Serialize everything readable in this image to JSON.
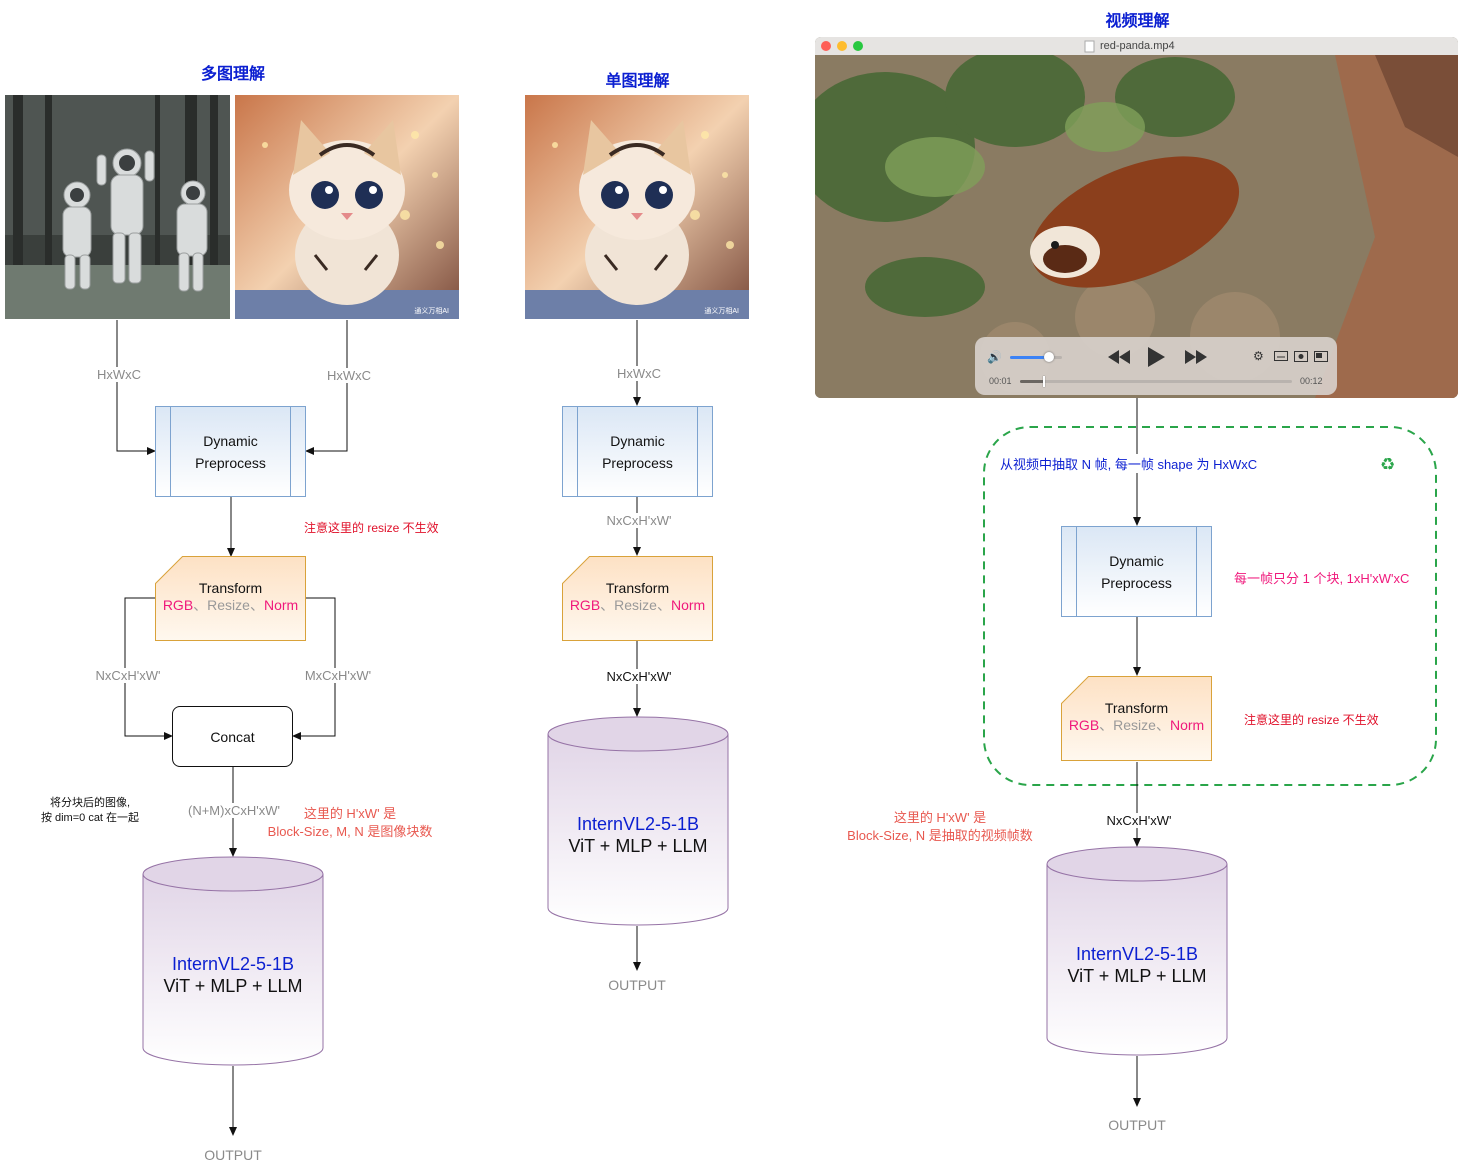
{
  "multi": {
    "title": "多图理解",
    "label_left": "HxWxC",
    "label_right": "HxWxC",
    "dynamic": [
      "Dynamic",
      "Preprocess"
    ],
    "note_resize": "注意这里的 resize 不生效",
    "transform_title": "Transform",
    "transform_items": [
      "RGB",
      "、",
      "Resize",
      "、",
      "Norm"
    ],
    "label_n": "NxCxH'xW'",
    "label_m": "MxCxH'xW'",
    "concat": "Concat",
    "label_concat": "(N+M)xCxH'xW'",
    "note_cat": [
      "将分块后的图像,",
      "按 dim=0 cat 在一起"
    ],
    "note_block": [
      "这里的 H'xW' 是",
      "Block-Size, M, N 是图像块数"
    ],
    "model_name": "InternVL2-5-1B",
    "model_arch": "ViT + MLP + LLM",
    "output": "OUTPUT",
    "watermark": "通义万相AI"
  },
  "single": {
    "title": "单图理解",
    "label_in": "HxWxC",
    "dynamic": [
      "Dynamic",
      "Preprocess"
    ],
    "label_mid": "NxCxH'xW'",
    "transform_title": "Transform",
    "transform_items": [
      "RGB",
      "、",
      "Resize",
      "、",
      "Norm"
    ],
    "label_out": "NxCxH'xW'",
    "model_name": "InternVL2-5-1B",
    "model_arch": "ViT + MLP + LLM",
    "output": "OUTPUT",
    "watermark": "通义万相AI"
  },
  "video": {
    "title": "视频理解",
    "player": {
      "filename": "red-panda.mp4",
      "time_current": "00:01",
      "time_total": "00:12",
      "volume": 0.75,
      "progress": 0.09
    },
    "extract": "从视频中抽取 N 帧, 每一帧 shape 为 HxWxC",
    "dynamic": [
      "Dynamic",
      "Preprocess"
    ],
    "note_block": "每一帧只分 1 个块, 1xH'xW'xC",
    "transform_title": "Transform",
    "transform_items": [
      "RGB",
      "、",
      "Resize",
      "、",
      "Norm"
    ],
    "note_resize": "注意这里的 resize 不生效",
    "note_hw": [
      "这里的 H'xW' 是",
      "Block-Size, N 是抽取的视频帧数"
    ],
    "label_out": "NxCxH'xW'",
    "model_name": "InternVL2-5-1B",
    "model_arch": "ViT + MLP + LLM",
    "output": "OUTPUT",
    "loop_icon": "recycle-icon"
  },
  "colors": {
    "title_blue": "#0b1fd1",
    "note_red": "#e0102a",
    "pink": "#f0197c",
    "dashed_green": "#2aa54a"
  }
}
